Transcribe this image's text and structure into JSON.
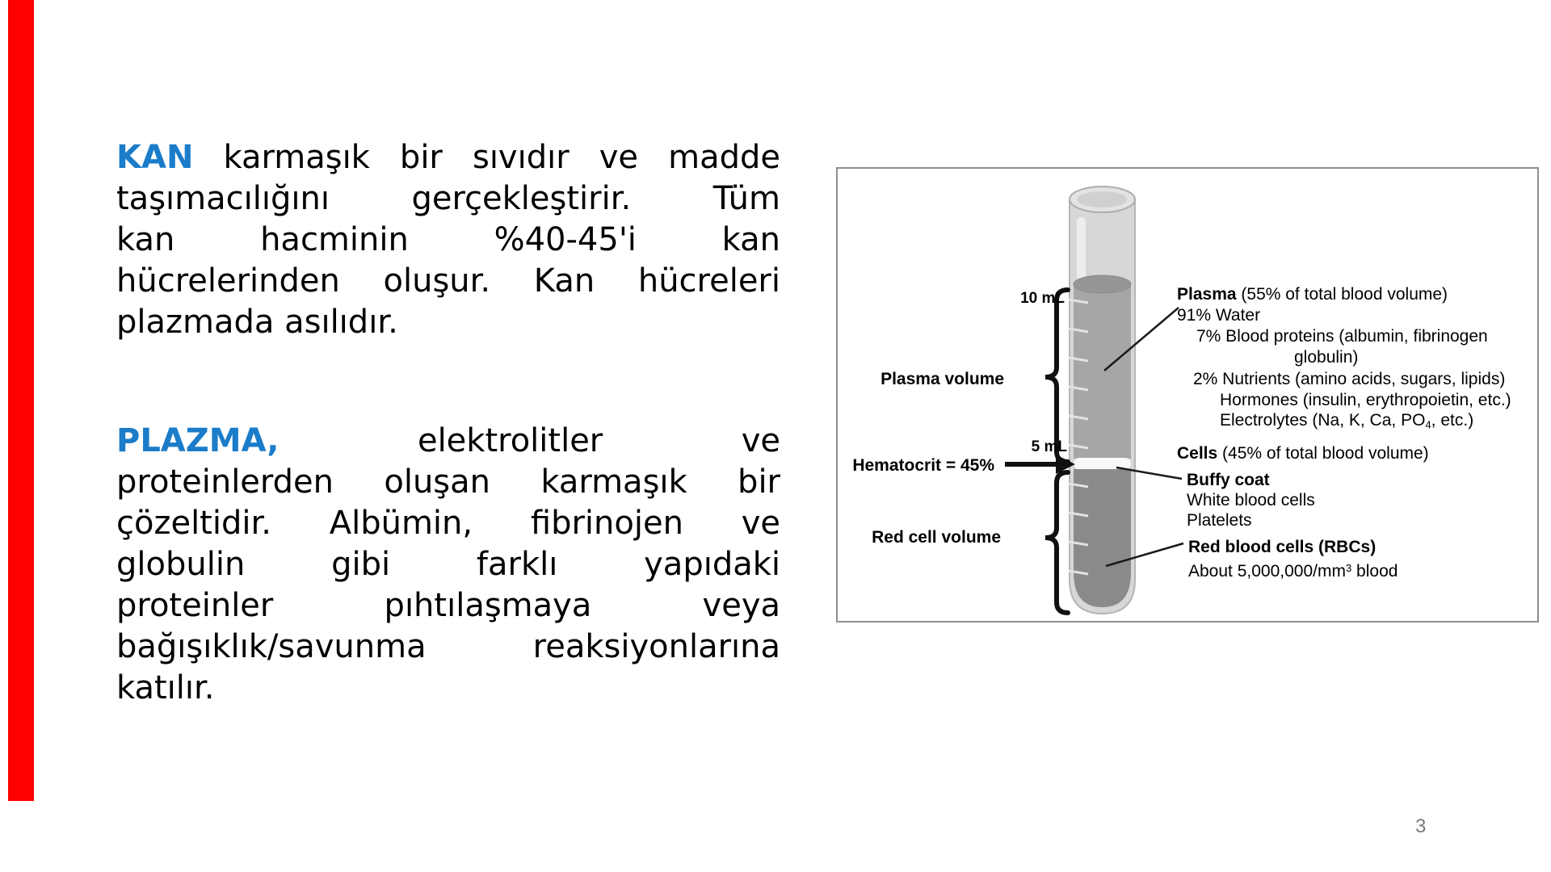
{
  "page": {
    "number": "3"
  },
  "colors": {
    "accent_blue": "#1b7cc9",
    "red_bar": "#fe0000",
    "page_number_gray": "#7a7a7a"
  },
  "content": {
    "p1": {
      "term": "KAN",
      "line1": "karmaşık bir sıvıdır ve madde",
      "line2": "taşımacılığını gerçekleştirir. Tüm",
      "line3": "kan hacminin %40-45'i kan",
      "line4": "hücrelerinden oluşur. Kan hücreleri",
      "line5": "plazmada asılıdır."
    },
    "p2": {
      "term": "PLAZMA,",
      "line1": "elektrolitler ve",
      "line2": "proteinlerden oluşan karmaşık bir",
      "line3": "çözeltidir. Albümin, fibrinojen ve",
      "line4": "globulin gibi farklı yapıdaki",
      "line5": "proteinler pıhtılaşmaya veya",
      "line6": "bağışıklık/savunma reaksiyonlarına",
      "line7": "katılır."
    }
  },
  "figure": {
    "left_labels": {
      "ten_ml": "10 mL",
      "five_ml": "5 mL",
      "plasma_volume": "Plasma volume",
      "hematocrit": "Hematocrit = 45%",
      "red_cell_volume": "Red cell volume"
    },
    "plasma_section": {
      "title_bold": "Plasma",
      "title_rest": " (55% of total blood volume)",
      "water": "91% Water",
      "proteins_line1": "7% Blood proteins (albumin, fibrinogen",
      "proteins_line2": "globulin)",
      "nutrients": "2% Nutrients (amino acids, sugars, lipids)",
      "hormones": "Hormones (insulin, erythropoietin, etc.)",
      "electrolytes_pre": "Electrolytes (Na, K, Ca, PO",
      "electrolytes_sub": "4",
      "electrolytes_post": ", etc.)"
    },
    "cells_section": {
      "title_bold": "Cells",
      "title_rest": " (45% of total blood volume)",
      "buffy_coat": "Buffy coat",
      "white_blood_cells": "White blood cells",
      "platelets": "Platelets",
      "rbc_title": "Red blood cells (RBCs)",
      "rbc_count_pre": "About 5,000,000/mm",
      "rbc_count_sup": "3",
      "rbc_count_post": " blood"
    }
  }
}
